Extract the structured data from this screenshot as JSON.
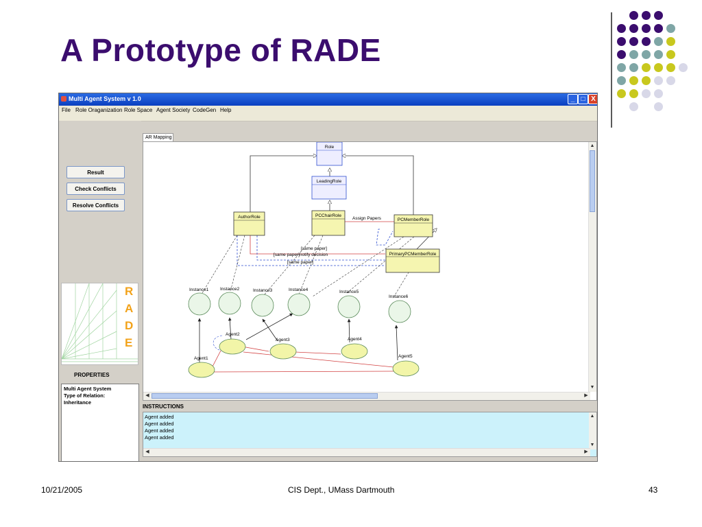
{
  "slide": {
    "title": "A Prototype of RADE",
    "footer_left": "10/21/2005",
    "footer_center": "CIS Dept., UMass Dartmouth",
    "footer_right": "43"
  },
  "window": {
    "title": "Multi Agent System v 1.0",
    "controls": [
      "_",
      "□",
      "X"
    ]
  },
  "menu": {
    "items": [
      "File",
      "Role Oraganization",
      "Role Space",
      "Agent Society",
      "CodeGen",
      "Help"
    ]
  },
  "left_panel": {
    "buttons": [
      "Result",
      "Check Conflicts",
      "Resolve Conflicts"
    ],
    "logo_letters": [
      "R",
      "A",
      "D",
      "E"
    ],
    "properties_title": "PROPERTIES",
    "properties_lines": [
      "Multi Agent System",
      "Type of Relation:",
      "Inheritance"
    ]
  },
  "tab": {
    "label": "AR Mapping"
  },
  "diagram": {
    "roles": {
      "role": "Role",
      "leading": "LeadingRole",
      "author": "AuthorRole",
      "pcchair": "PCChairRole",
      "pcmember": "PCMemberRole",
      "primary": "PrimaryPCMemberRole"
    },
    "edge_labels": {
      "assign": "Assign Papers",
      "same1": "[same paper]",
      "notify": "[same paper]notify decision",
      "same2": "[same paper]"
    },
    "instances": [
      "Instance1",
      "Instance2",
      "Instance3",
      "Instance4",
      "Instance5",
      "Instance6"
    ],
    "agents": [
      "Agent1",
      "Agent2",
      "Agent3",
      "Agent4",
      "Agent5"
    ]
  },
  "instructions": {
    "title": "INSTRUCTIONS",
    "lines": [
      "Agent added",
      "Agent added",
      "Agent added",
      "Agent added"
    ]
  },
  "colors": {
    "title_purple": "#3b0d6e",
    "dot_purple": "#3b0d6e",
    "dot_teal": "#7fa6a6",
    "dot_yellow": "#c8c81e",
    "dot_lavender": "#d8d8e8",
    "role_fill": "#f5f5b0",
    "instance_fill": "#eaf6e8",
    "agent_fill": "#f2f5a8",
    "instructions_bg": "#ccf2fb"
  }
}
